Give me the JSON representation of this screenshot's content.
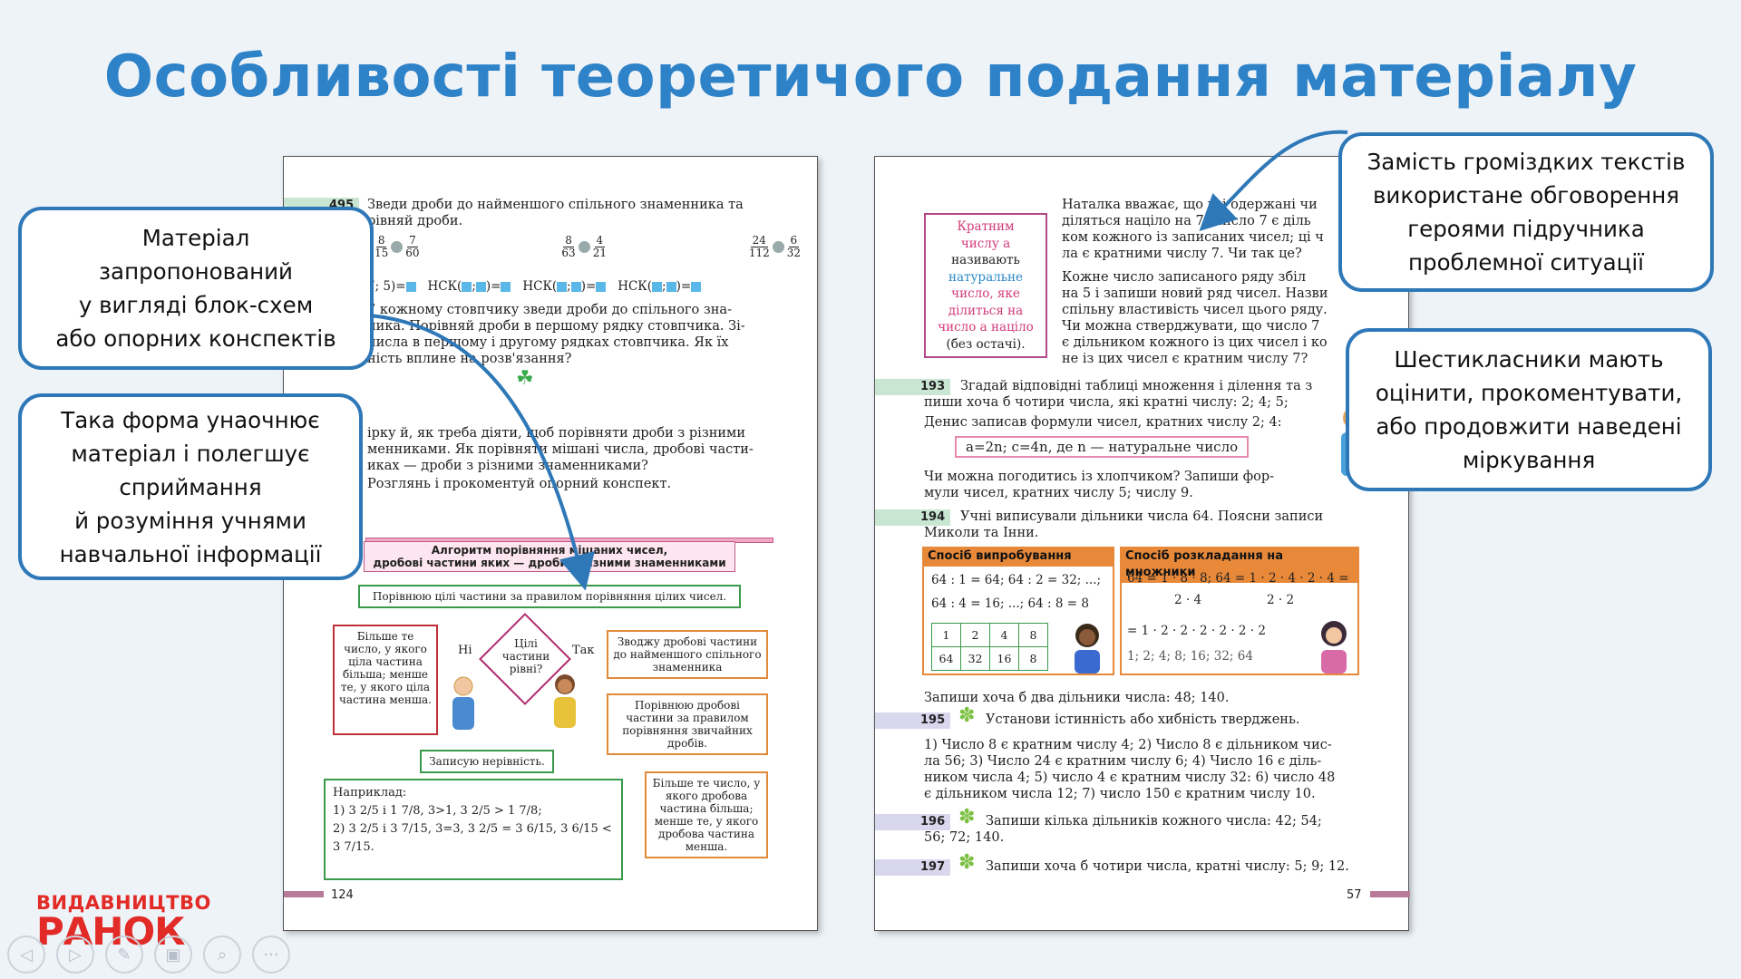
{
  "slide": {
    "title": "Особливості теоретичого подання матеріалу"
  },
  "callouts": {
    "c1": "Матеріал\nзапропонований\nу вигляді блок-схем\nабо опорних конспектів",
    "c2": "Така форма унаочнює\nматеріал і полегшує\nсприймання\nй розуміння учнями\nнавчальної інформації",
    "c3": "Замість громіздких текстів\nвикористане обговорення\nгероями підручника\nпроблемної ситуації",
    "c4": "Шестикласники мають\nоцінити, прокоментувати,\nабо продовжити наведені\nміркування"
  },
  "logo": {
    "line1": "ВИДАВНИЦТВО",
    "line2": "РАНОК"
  },
  "nav": {
    "prev": "◁",
    "next": "▷",
    "pen": "✎",
    "slides": "▣",
    "zoom": "⌕",
    "more": "···"
  },
  "left_page": {
    "ex495_num": "495",
    "ex495_text": "Зведи дроби до найменшого спільного знаменника та",
    "ex495_text2": "рівняй дроби.",
    "row1": [
      "8",
      "15",
      "7",
      "60",
      "8",
      "63",
      "4",
      "21",
      "24",
      "112",
      "6",
      "32"
    ],
    "nsk": "НСК(",
    "nsk2": "7; 5)=",
    "para1": "7 кожному стовпчику зведи дроби до спільного зна-",
    "para2": "ника. Порівняй дроби в першому рядку стовпчика. Зі-",
    "para3": "числа в першому і другому рядках стовпчика. Як їх",
    "para4": "ність вплине на розв'язання?",
    "para5": "ірку й, як треба діяти, щоб порівняти дроби з різними",
    "para6": "менниками. Як порівняти мішані числа, дробові части-",
    "para7": "иках — дроби з різними знаменниками?",
    "para8": "Розглянь і прокоментуй опорний конспект.",
    "algo1": "Алгоритм порівняння мішаних чисел,",
    "algo2": "дробові частини яких — дроби з різними знаменниками",
    "step1": "Порівнюю цілі частини за правилом порівняння цілих чисел.",
    "q": "Цілі частини рівні?",
    "no": "Ні",
    "yes": "Так",
    "left_box": "Більше те число, у якого ціла частина більша; менше те, у якого ціла частина менша.",
    "right1": "Зводжу дробові частини до найменшого спільного знаменника",
    "right2": "Порівнюю дробові частини за правилом порівняння звичайних дробів.",
    "right3": "Більше те число, у якого дробова частина більша; менше те, у якого дробова частина менша.",
    "record": "Записую нерівність.",
    "example": "Наприклад:",
    "ex1": "1) 3 2/5 і 1 7/8, 3>1, 3 2/5 > 1 7/8;",
    "ex2": "2) 3 2/5 і 3 7/15, 3=3, 3 2/5 = 3 6/15, 3 6/15 < 3 7/15.",
    "page_num": "124"
  },
  "right_page": {
    "def1": "Кратним",
    "def2": "числу a",
    "def3": "називають",
    "def4": "натуральне",
    "def5": "число, яке",
    "def6": "ділиться на",
    "def7": "число a націло",
    "def8": "(без остачі).",
    "t1": "Наталка вважає, що всі одержані чи",
    "t2": "діляться націло на 7. Число 7 є діль",
    "t3": "ком кожного із записаних чисел; ці ч",
    "t4": "ла є кратними числу 7. Чи так це?",
    "t5": "Кожне число записаного ряду збіл",
    "t6": "на 5 і запиши новий ряд чисел. Назви",
    "t7": "спільну властивість чисел цього ряду.",
    "t8": "Чи можна стверджувати, що число 7",
    "t9": "є дільником кожного із цих чисел і ко",
    "t10": "не із цих чисел є кратним числу 7?",
    "ex193_num": "193",
    "ex193_1": "Згадай відповідні таблиці множення і ділення та з",
    "ex193_2": "пиши хоча б чотири числа, які кратні числу: 2; 4; 5;",
    "ex193_3": "Денис записав формули чисел, кратних числу 2; 4:",
    "formula": "a=2n; c=4n, де n — натуральне число",
    "ex193_4": "Чи можна погодитись із хлопчиком? Запиши фор-",
    "ex193_5": "мули чисел, кратних числу 5; числу 9.",
    "ex194_num": "194",
    "ex194_1": "Учні виписували дільники числа 64. Поясни записи",
    "ex194_2": "Миколи та Інни.",
    "m1_head": "Спосіб випробування",
    "m1_l1": "64 : 1 = 64; 64 : 2 = 32; ...;",
    "m1_l2": "64 : 4 = 16; ...; 64 : 8 = 8",
    "m1_row1": [
      "1",
      "2",
      "4",
      "8"
    ],
    "m1_row2": [
      "64",
      "32",
      "16",
      "8"
    ],
    "m2_head": "Спосіб розкладання на множники",
    "m2_l1": "64 = 1 · 8 · 8;   64 = 1 · 2 · 4 · 2 · 4 =",
    "m2_l2": "2 · 4",
    "m2_l3": "2 · 2",
    "m2_l4": "= 1 · 2 · 2 · 2 · 2 · 2 · 2",
    "m2_l5": "1; 2; 4; 8; 16; 32; 64",
    "ex194_3": "Запиши хоча б два дільники числа: 48; 140.",
    "ex195_num": "195",
    "ex195_1": "Установи істинність або хибність тверджень.",
    "ex195_2": "1) Число 8 є кратним числу 4; 2) Число 8 є дільником чис-",
    "ex195_3": "ла 56; 3) Число 24 є кратним числу 6; 4) Число 16 є діль-",
    "ex195_4": "ником числа 4; 5) число 4 є кратним числу 32: 6) число 48",
    "ex195_5": "є дільником числа 12; 7) число 150 є кратним числу 10.",
    "ex196_num": "196",
    "ex196_1": "Запиши кілька дільників кожного числа: 42; 54;",
    "ex196_2": "56; 72; 140.",
    "ex197_num": "197",
    "ex197_1": "Запиши хоча б чотири числа, кратні числу: 5; 9; 12.",
    "page_num": "57"
  },
  "colors": {
    "title": "#2e82c8",
    "callout_border": "#2e78b8",
    "logo": "#e22a26"
  }
}
